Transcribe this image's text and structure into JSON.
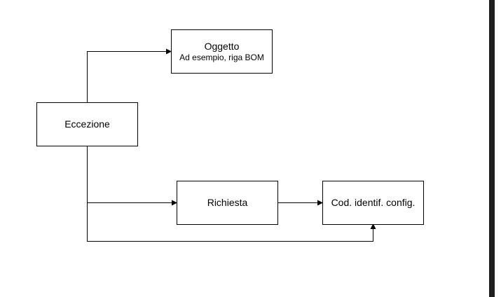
{
  "diagram": {
    "nodes": {
      "eccezione": {
        "title": "Eccezione"
      },
      "oggetto": {
        "title": "Oggetto",
        "subtitle": "Ad esempio, riga BOM"
      },
      "richiesta": {
        "title": "Richiesta"
      },
      "cod_identif": {
        "title": "Cod. identif. config."
      }
    },
    "edges": [
      {
        "from": "Eccezione",
        "to": "Oggetto"
      },
      {
        "from": "Eccezione",
        "to": "Richiesta"
      },
      {
        "from": "Richiesta",
        "to": "Cod. identif. config."
      },
      {
        "from": "Eccezione",
        "to": "Cod. identif. config."
      }
    ],
    "colors": {
      "line": "#000000",
      "box_border": "#000000",
      "background": "#ffffff",
      "edge_bar": "#1e1e1e"
    }
  }
}
